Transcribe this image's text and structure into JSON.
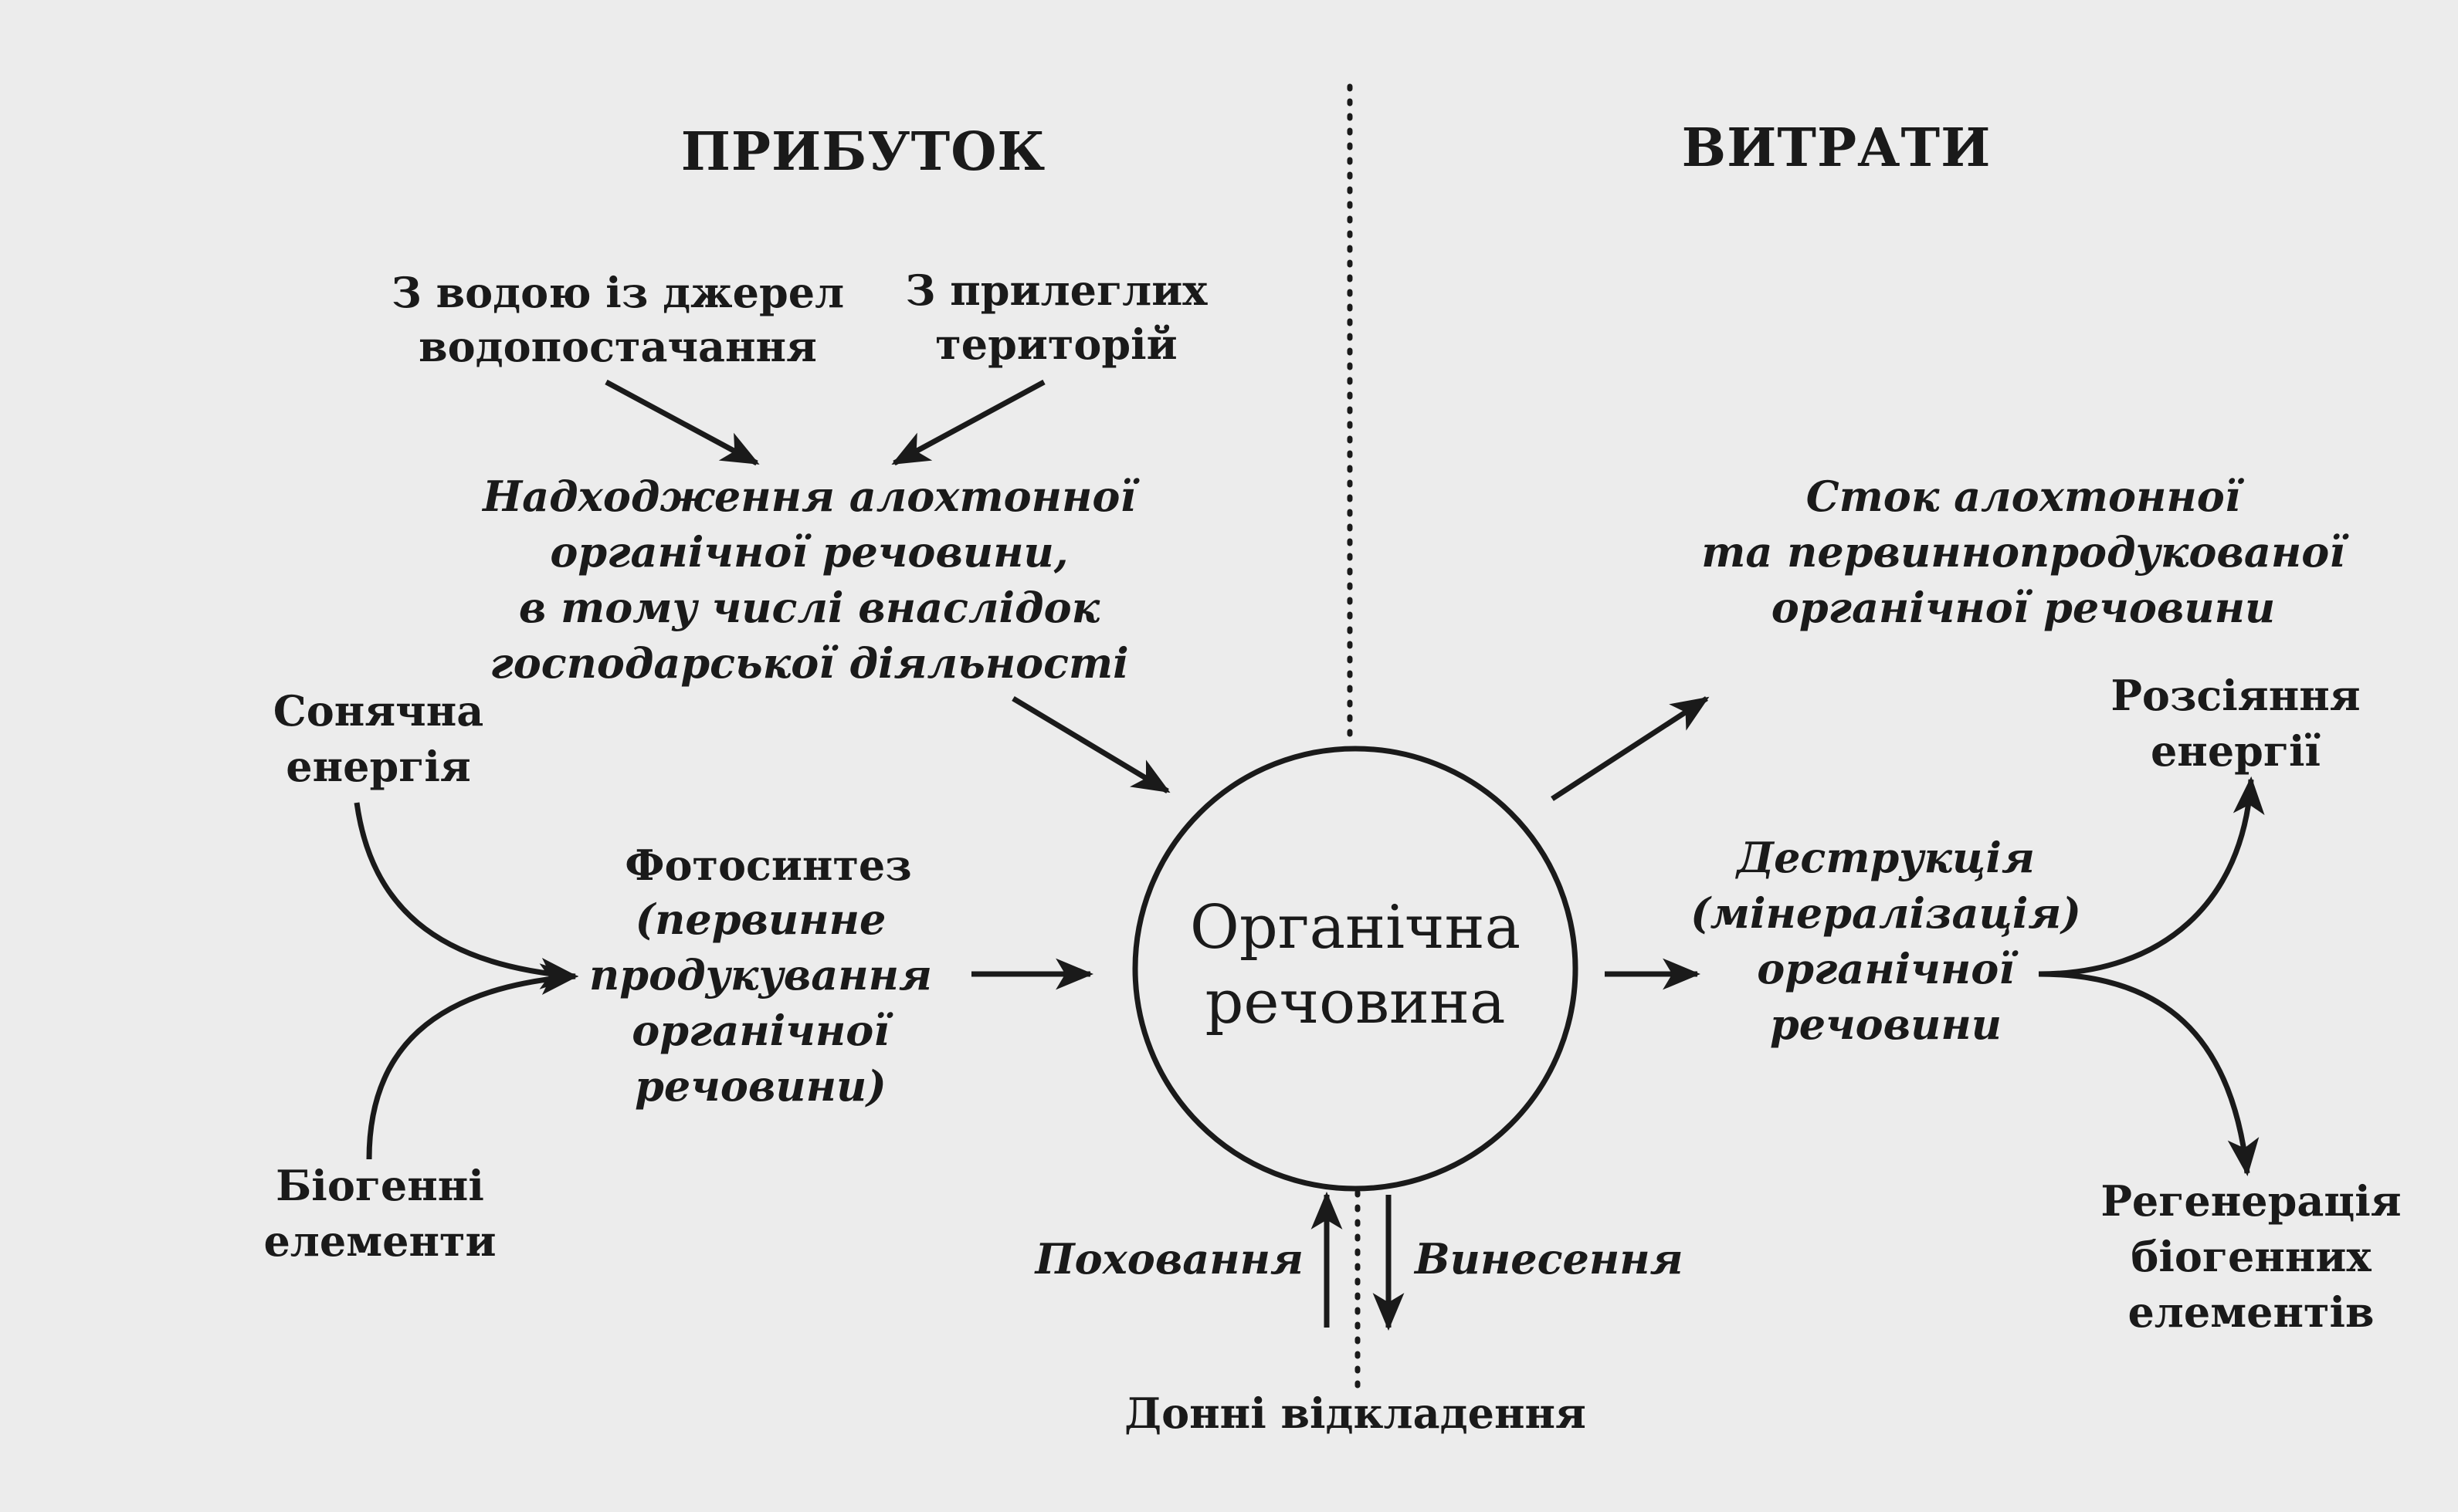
{
  "headings": {
    "income": "ПРИБУТОК",
    "expenses": "ВИТРАТИ"
  },
  "center": {
    "line1": "Органічна",
    "line2": "речовина"
  },
  "income": {
    "water_sources": [
      "З водою із джерел",
      "водопостачання"
    ],
    "adjacent": [
      "З прилеглих",
      "територій"
    ],
    "allochthonous_input": [
      "Надходження алохтонної",
      "органічної речовини,",
      "в тому числі внаслідок",
      "господарської діяльності"
    ],
    "solar": [
      "Сонячна",
      "енергія"
    ],
    "nutrients_in": [
      "Біогенні",
      "елементи"
    ],
    "photosynthesis_title": "Фотосинтез",
    "photosynthesis_detail": [
      "(первинне",
      "продукування",
      "органічної",
      "речовини)"
    ]
  },
  "expenses": {
    "runoff": [
      "Сток алохтонної",
      "та первиннопродукованої",
      "органічної речовини"
    ],
    "destruction": [
      "Деструкція",
      "(мінералізація)",
      "органічної",
      "речовини"
    ],
    "dissipation": [
      "Розсіяння",
      "енергії"
    ],
    "regeneration": [
      "Регенерація",
      "біогенних",
      "елементів"
    ]
  },
  "bottom": {
    "burial": "Поховання",
    "removal": "Винесення",
    "sediments": "Донні відкладення"
  }
}
